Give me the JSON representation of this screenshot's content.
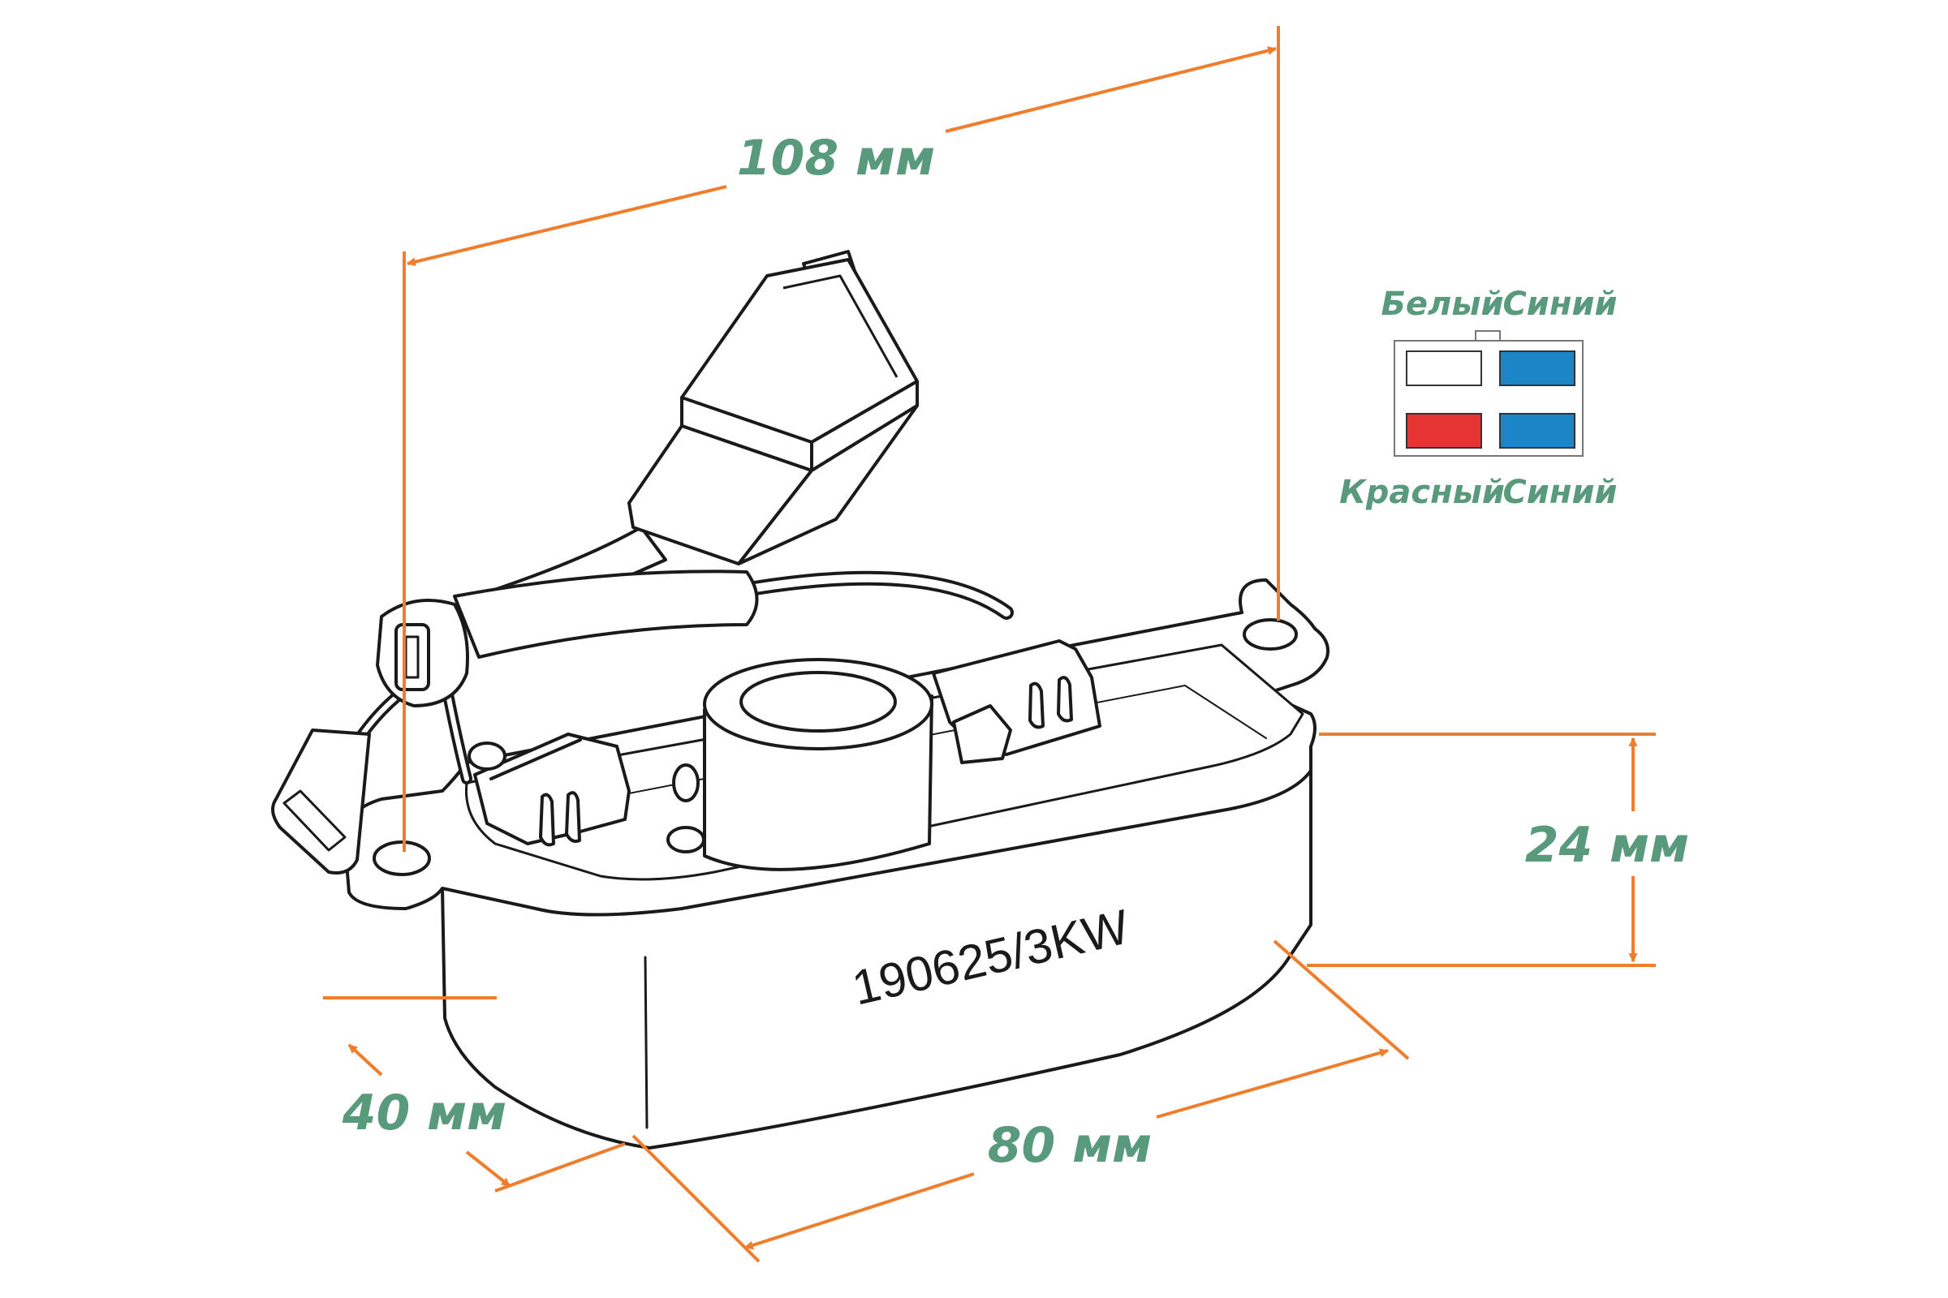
{
  "dimensions": {
    "length_diagonal": "108 мм",
    "height": "24 мм",
    "width": "40 мм",
    "length": "80 мм"
  },
  "product": {
    "model_marking": "190625/3KW"
  },
  "connector_legend": {
    "top_left": {
      "label": "Белый",
      "color": "#ffffff"
    },
    "top_right": {
      "label": "Синий",
      "color": "#1a86c8"
    },
    "bottom_left": {
      "label": "Красный",
      "color": "#e63333"
    },
    "bottom_right": {
      "label": "Синий",
      "color": "#1a86c8"
    }
  },
  "colors": {
    "dimension_line": "#f07d2c",
    "dimension_text": "#5a9a7c",
    "outline": "#1a1a1a"
  }
}
